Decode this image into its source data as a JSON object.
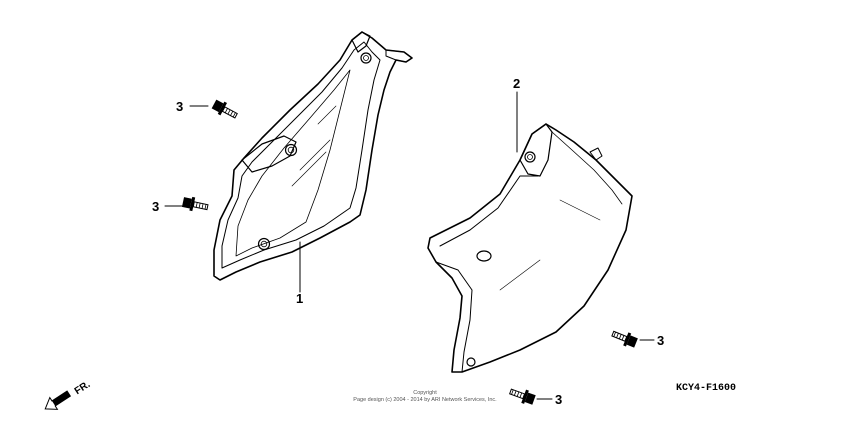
{
  "callouts": {
    "left_cover": "1",
    "right_cover": "2",
    "bolt_top_left": "3",
    "bolt_mid_left": "3",
    "bolt_right": "3",
    "bolt_bottom": "3"
  },
  "diagram_code": "KCY4-F1600",
  "copyright": {
    "line1": "Copyright",
    "line2": "Page design (c) 2004 - 2014 by ARI Network Services, Inc."
  },
  "direction_label": "FR.",
  "icons": [
    "front-direction-arrow-icon",
    "flange-bolt-icon"
  ]
}
